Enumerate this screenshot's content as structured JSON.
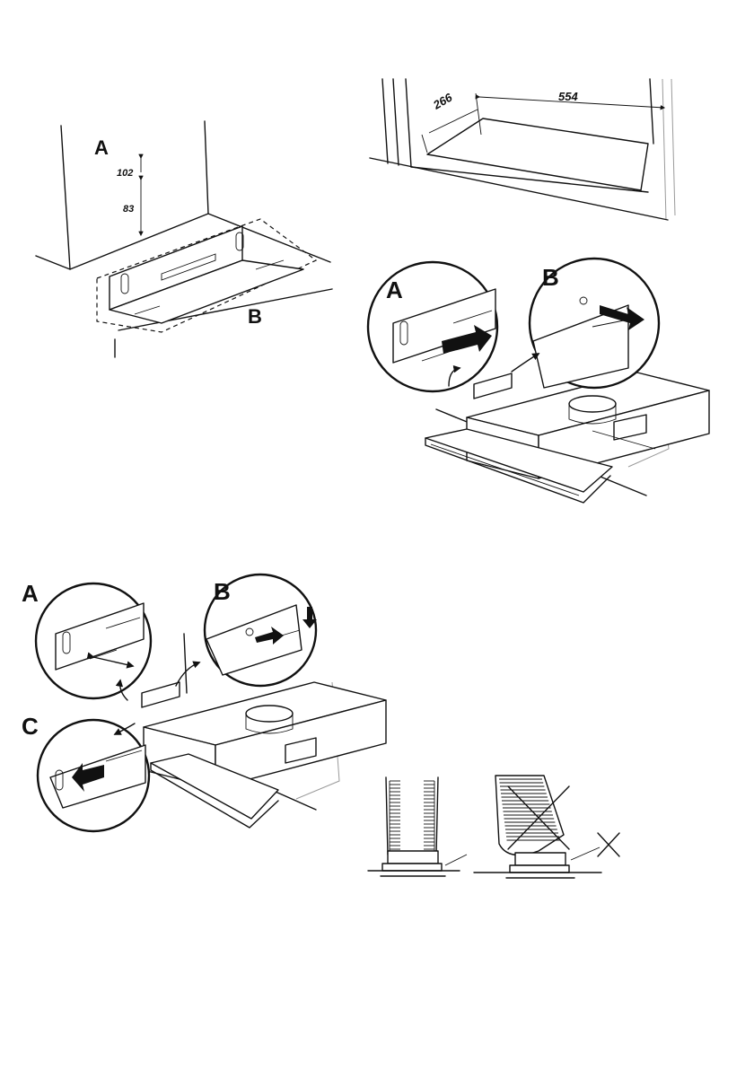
{
  "fig1": {
    "label_a": "A",
    "label_b": "B",
    "dim_upper": "102",
    "dim_lower": "83"
  },
  "fig2": {
    "dim_depth": "266",
    "dim_width": "554"
  },
  "fig3": {
    "label_a": "A",
    "label_b": "B"
  },
  "fig4": {
    "label_a": "A",
    "label_b": "B",
    "label_c": "C"
  },
  "fig5": {}
}
